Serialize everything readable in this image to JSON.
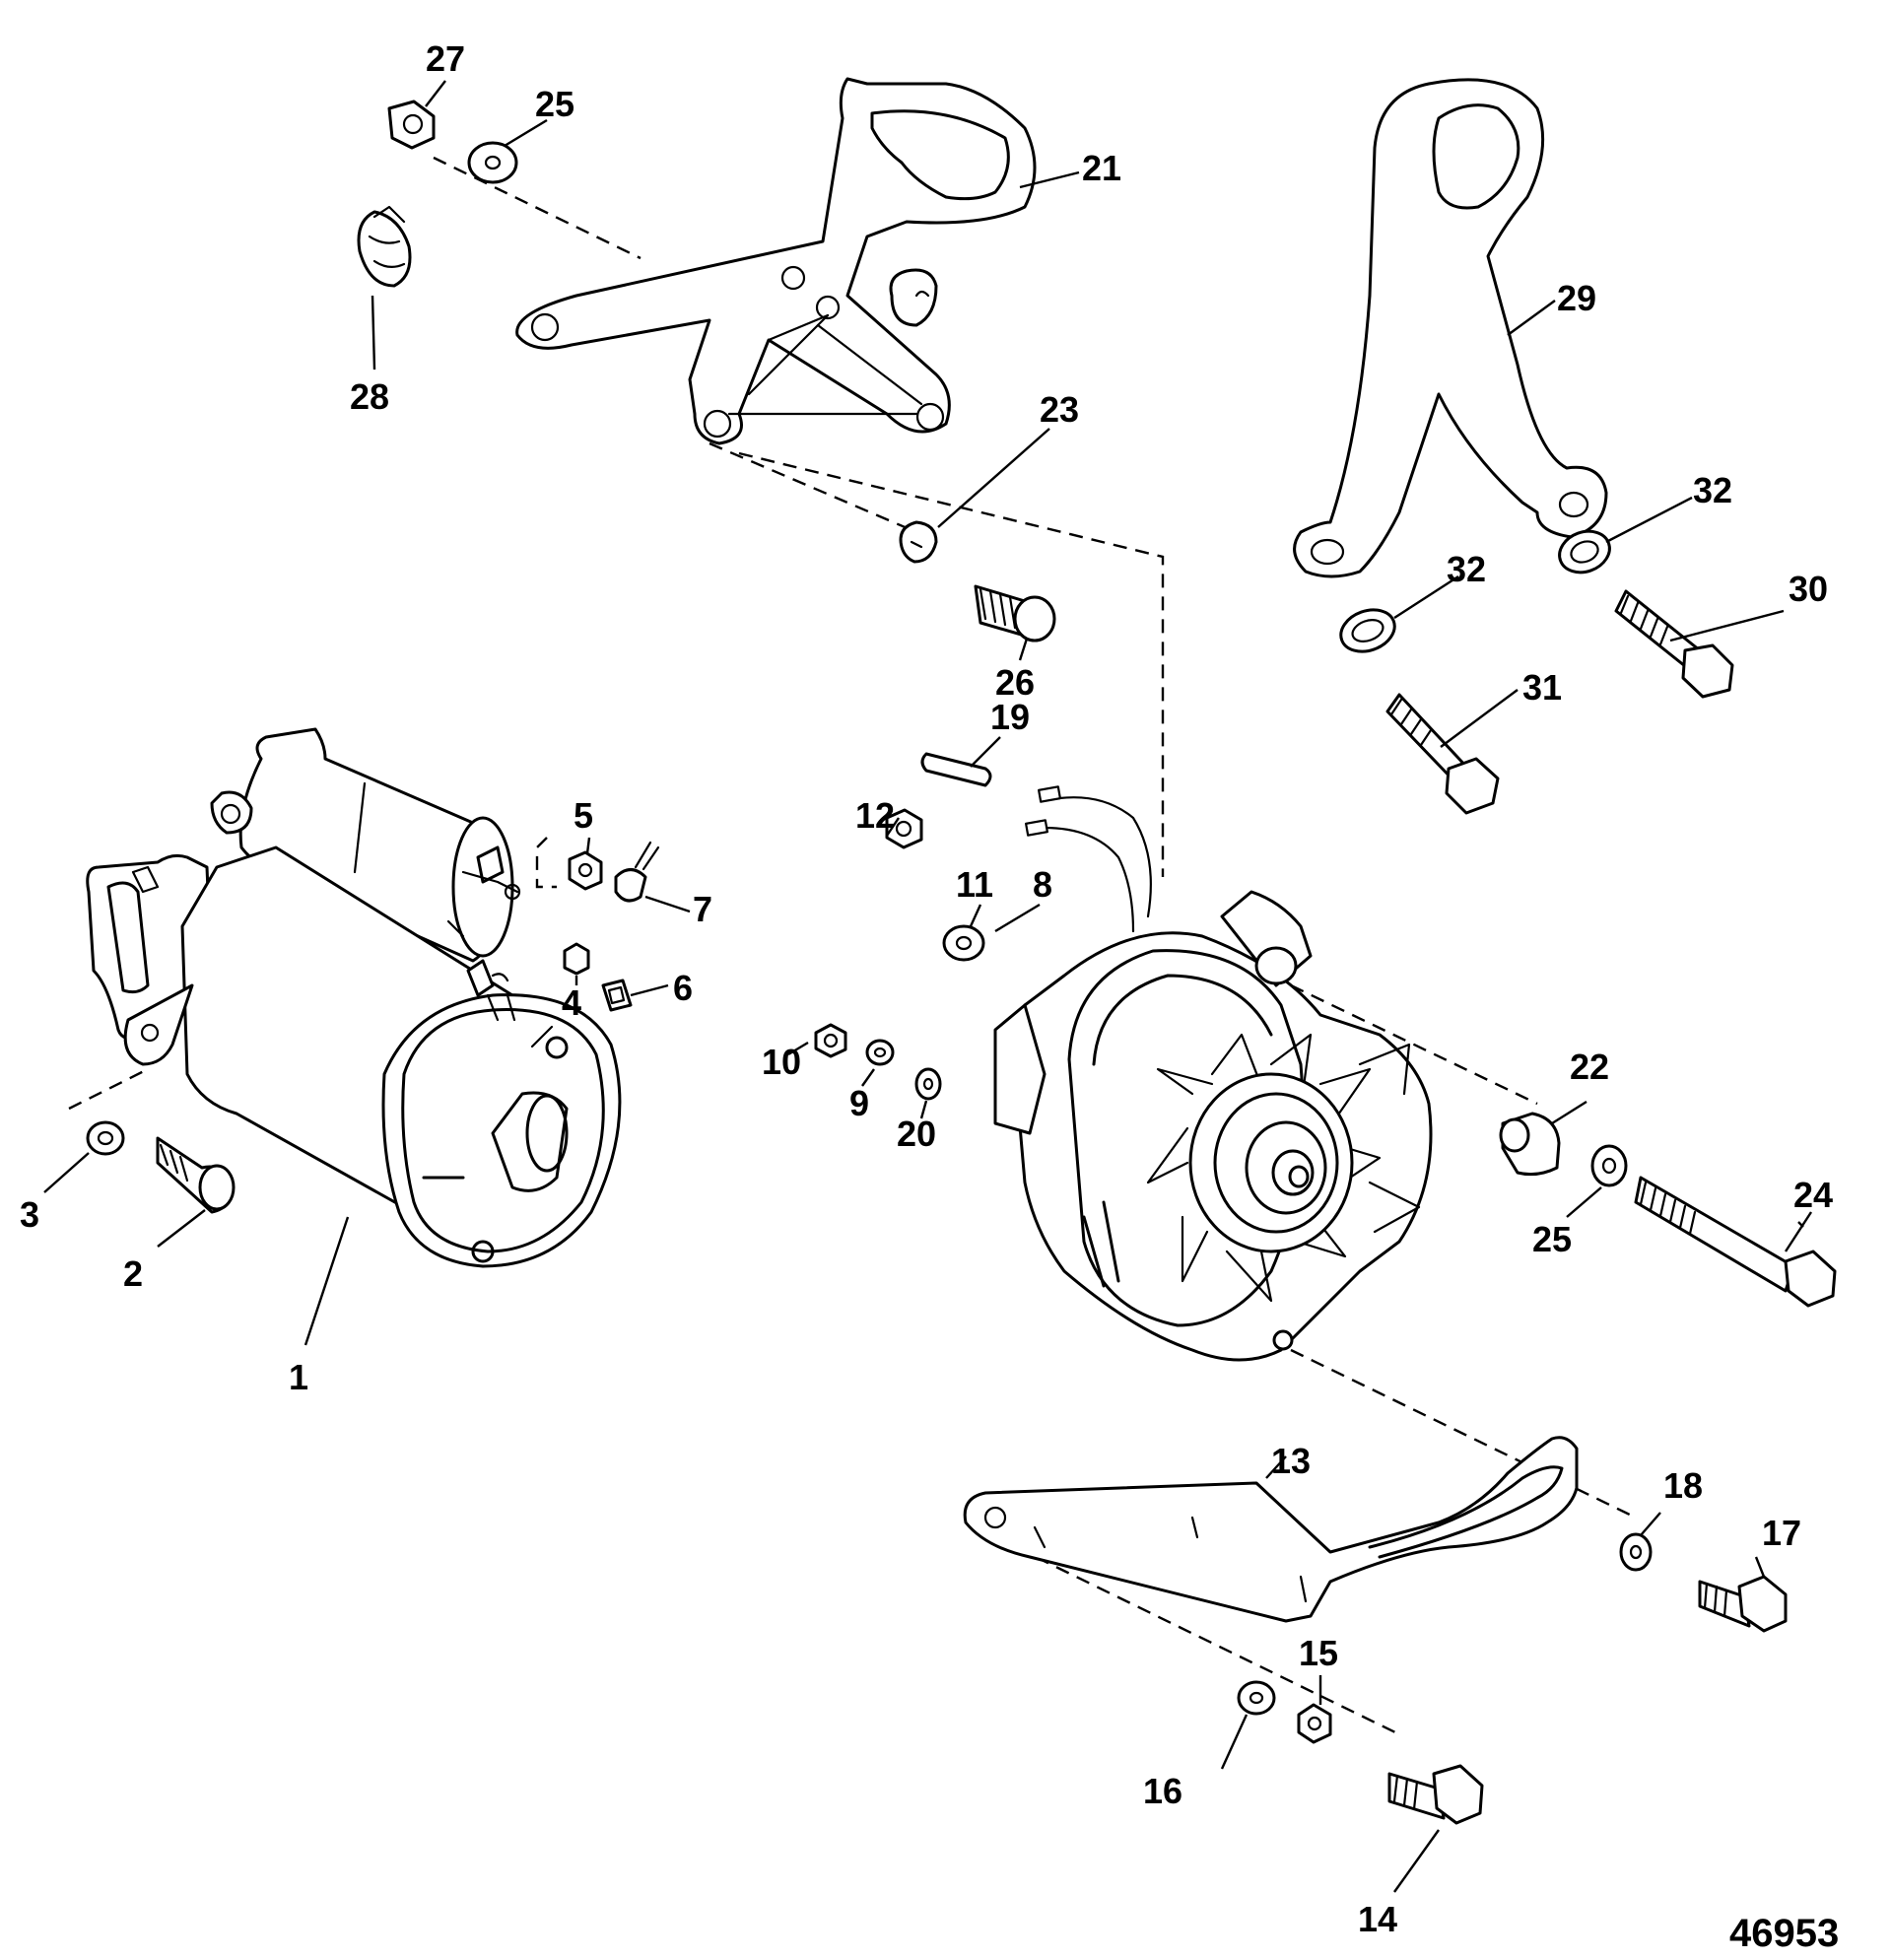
{
  "diagram": {
    "figure_number": "46953",
    "callouts": [
      "1",
      "2",
      "3",
      "4",
      "5",
      "6",
      "7",
      "8",
      "9",
      "10",
      "11",
      "12",
      "13",
      "14",
      "15",
      "16",
      "17",
      "18",
      "19",
      "20",
      "21",
      "22",
      "23",
      "24",
      "25",
      "25",
      "26",
      "27",
      "28",
      "29",
      "30",
      "31",
      "32",
      "32"
    ]
  },
  "colors": {
    "ink": "#000000",
    "paper": "#ffffff"
  }
}
